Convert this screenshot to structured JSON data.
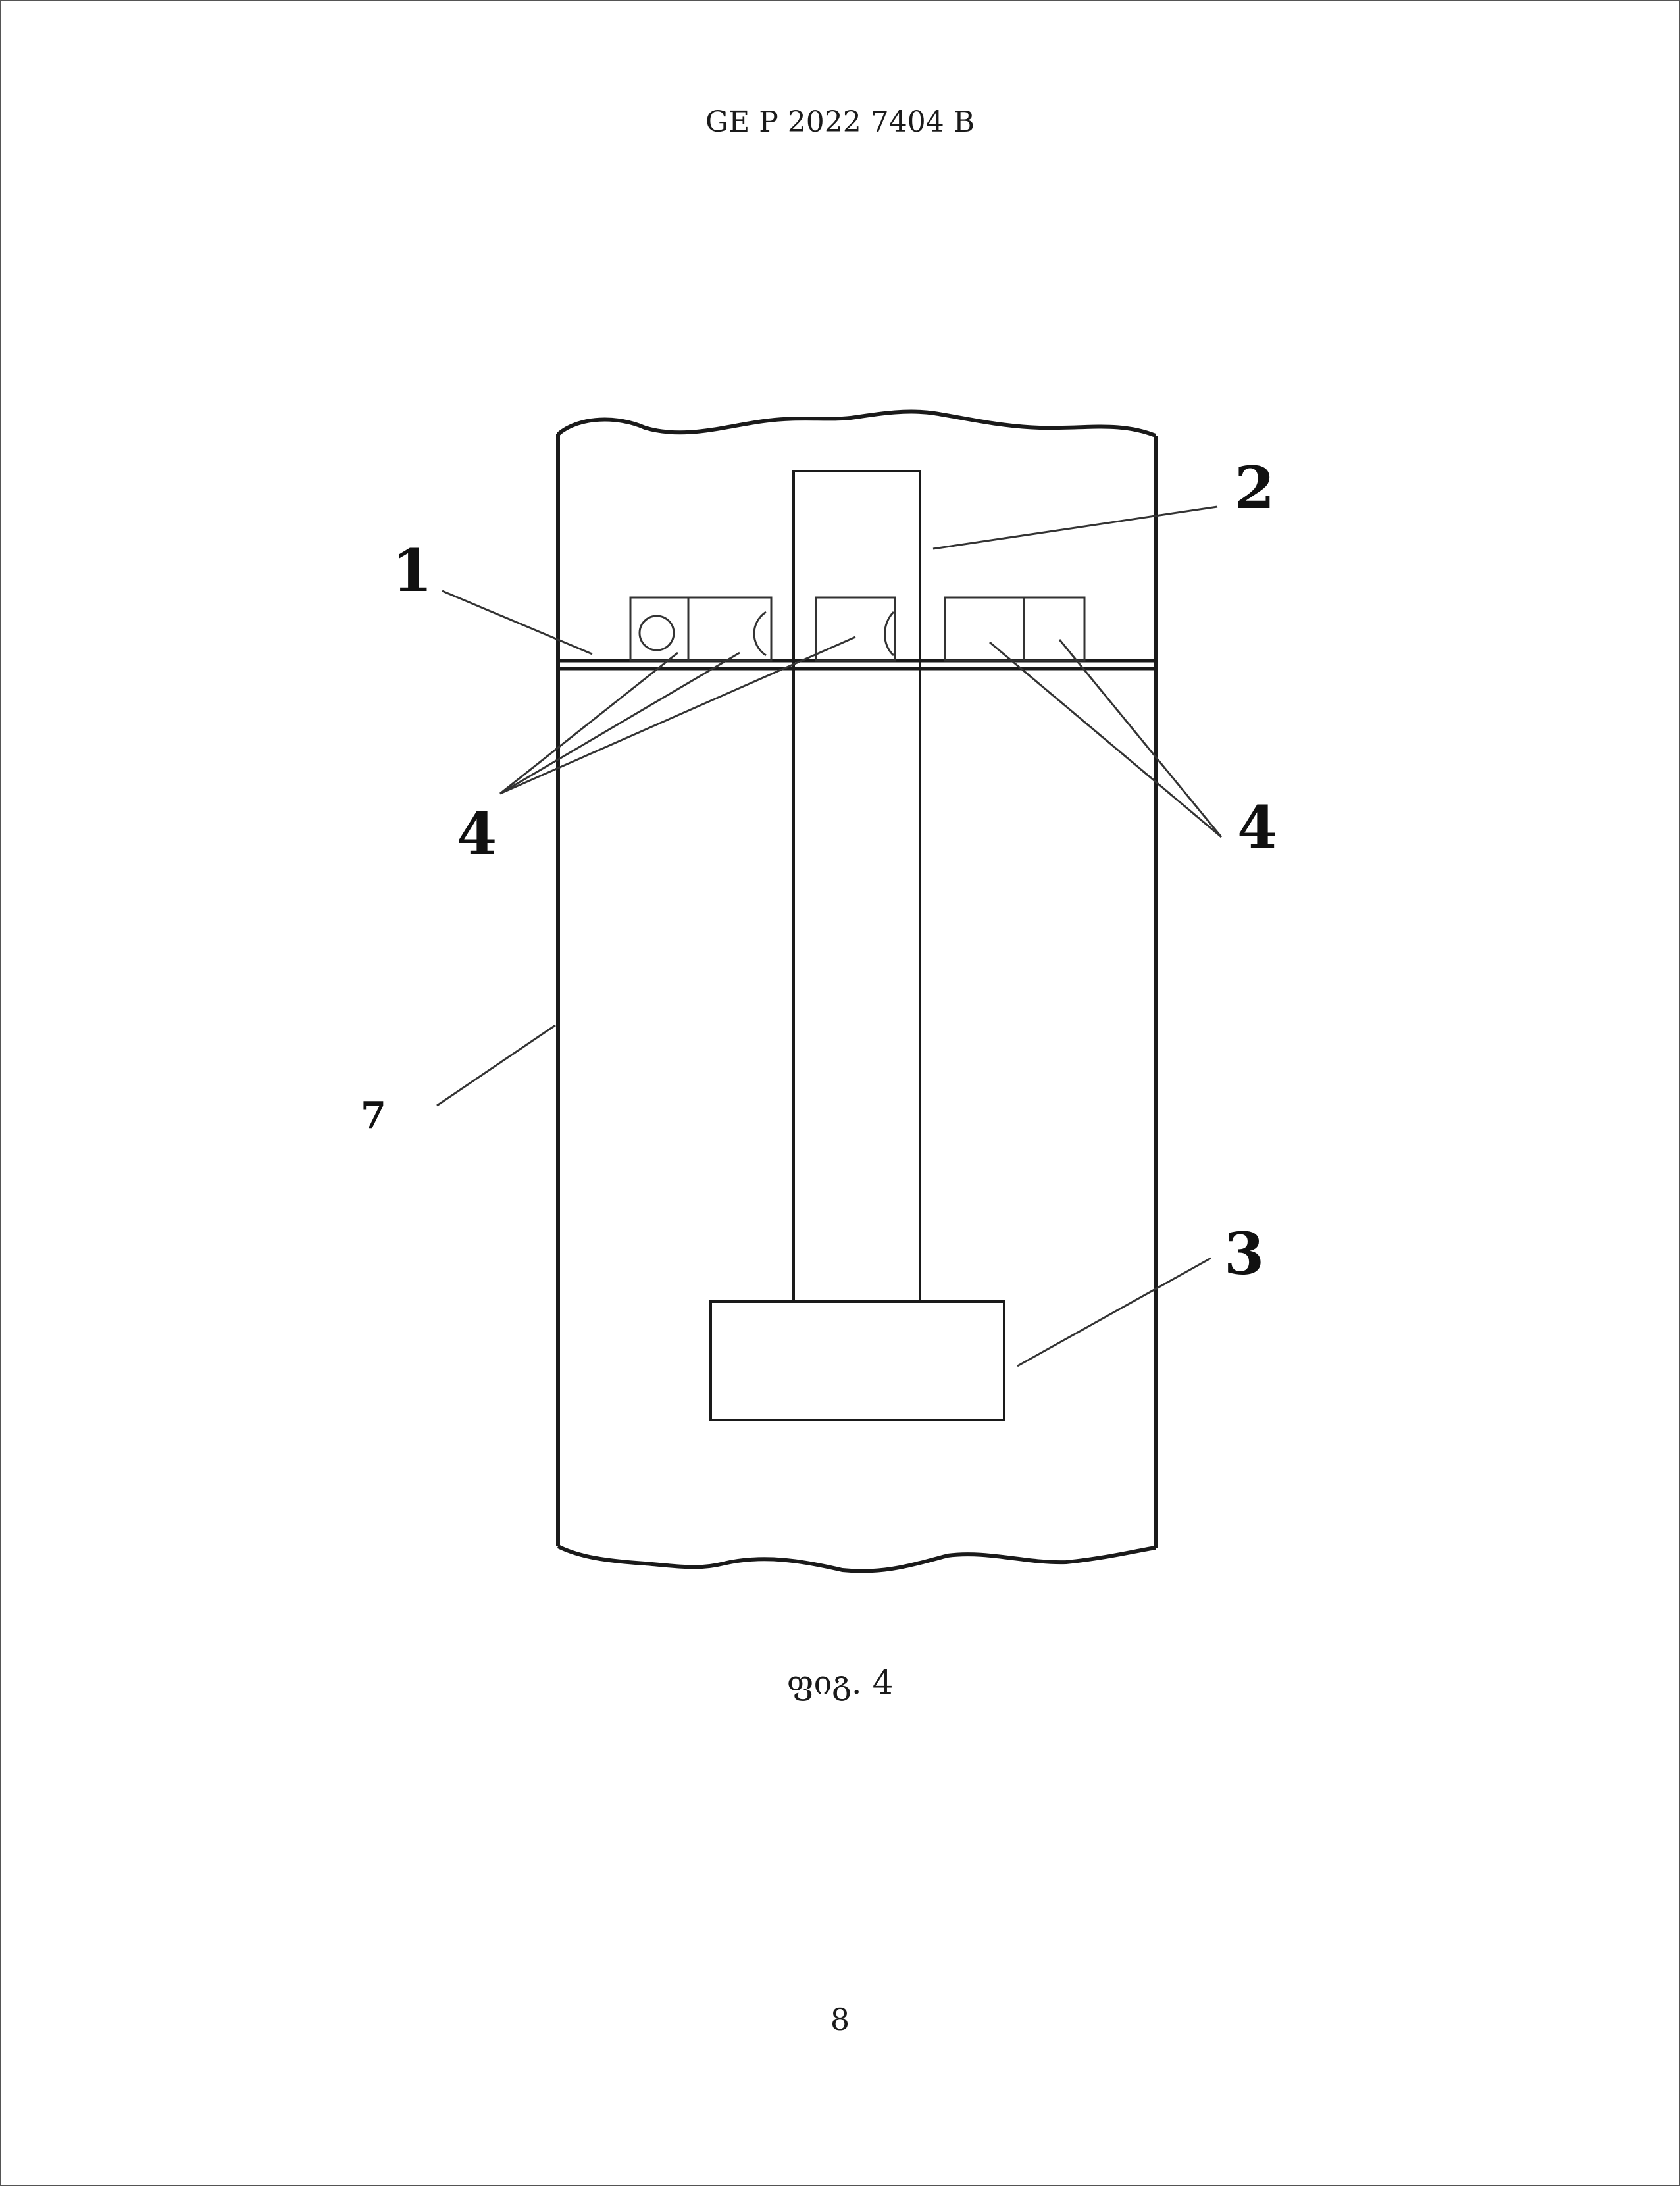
{
  "header": {
    "doc_id": "GE P 2022 7404 B"
  },
  "figure": {
    "caption": "ფიგ. 4",
    "labels": {
      "ref_1": "1",
      "ref_2": "2",
      "ref_3": "3",
      "ref_4_left": "4",
      "ref_4_right": "4",
      "ref_7": "7"
    }
  },
  "footer": {
    "page_number": "8"
  },
  "colors": {
    "line": "#1a1a1a",
    "thin_line": "#333333",
    "background": "#ffffff"
  }
}
